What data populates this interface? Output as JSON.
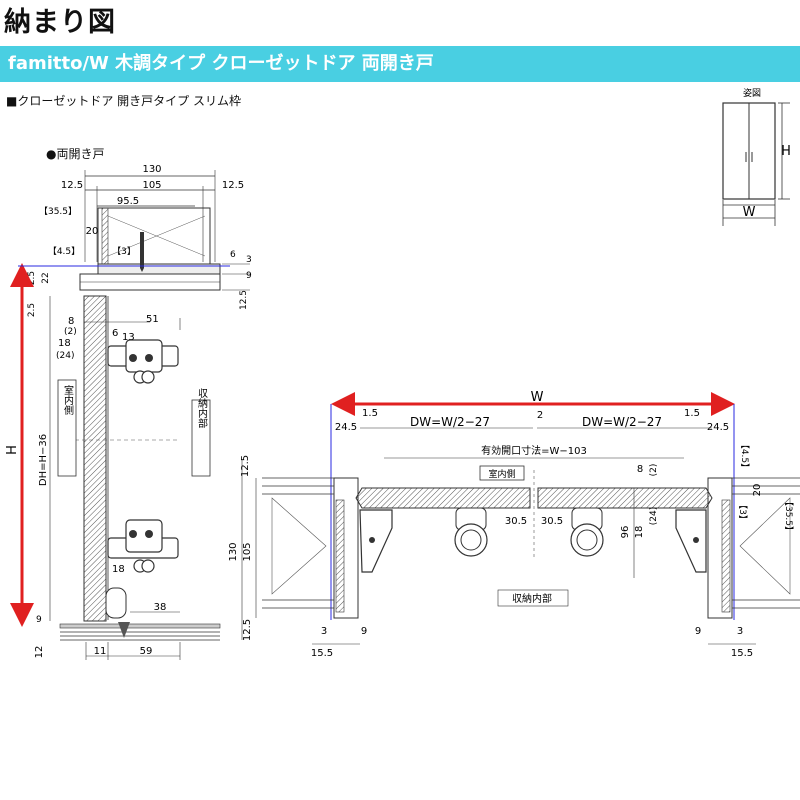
{
  "header": {
    "title": "納まり図",
    "banner": "famitto/W 木調タイプ クローゼットドア 両開き戸"
  },
  "section": {
    "label": "■クローゼットドア 開き戸タイプ スリム枠",
    "sub_label": "●両開き戸"
  },
  "elevation": {
    "title": "姿図",
    "height_label": "H",
    "width_label": "W"
  },
  "vertical_section": {
    "top_dims": {
      "total": "130",
      "left": "12.5",
      "mid": "105",
      "right": "12.5",
      "inner": "95.5"
    },
    "left_dims": {
      "a": "【35.5】",
      "b": "20",
      "c": "【4.5】",
      "d": "【3】",
      "e": "2.5",
      "f": "22",
      "g": "2.5"
    },
    "right_dims": {
      "a": "6",
      "b": "3",
      "c": "9",
      "d": "12.5"
    },
    "hinge_dims": {
      "a": "8",
      "b": "(2)",
      "c": "18",
      "d": "(24)",
      "e": "6",
      "f": "13",
      "g": "51",
      "h": "18"
    },
    "bottom_dims": {
      "a": "38",
      "b": "12",
      "c": "11",
      "d": "59",
      "e": "9"
    },
    "height_label": "H",
    "dh_label": "DH=H−36",
    "room_side": "室内側",
    "storage_side": "収納内部"
  },
  "plan_section": {
    "width_label": "W",
    "left_dw": "DW=W/2−27",
    "right_dw": "DW=W/2−27",
    "gap": "2",
    "opening": "有効開口寸法=W−103",
    "room_side": "室内側",
    "storage_side": "収納内部",
    "left_dims": {
      "a": "1.5",
      "b": "24.5",
      "c": "12.5",
      "d": "130",
      "e": "105",
      "f": "12.5",
      "g": "3",
      "h": "9",
      "i": "15.5"
    },
    "right_dims": {
      "a": "1.5",
      "b": "24.5",
      "c": "【4.5】",
      "d": "20",
      "e": "【3】",
      "f": "【35.5】",
      "g": "9",
      "h": "3",
      "i": "15.5"
    },
    "center_dims": {
      "a": "30.5",
      "b": "30.5",
      "c": "8",
      "d": "(2)",
      "e": "96",
      "f": "18",
      "g": "(24)"
    }
  }
}
